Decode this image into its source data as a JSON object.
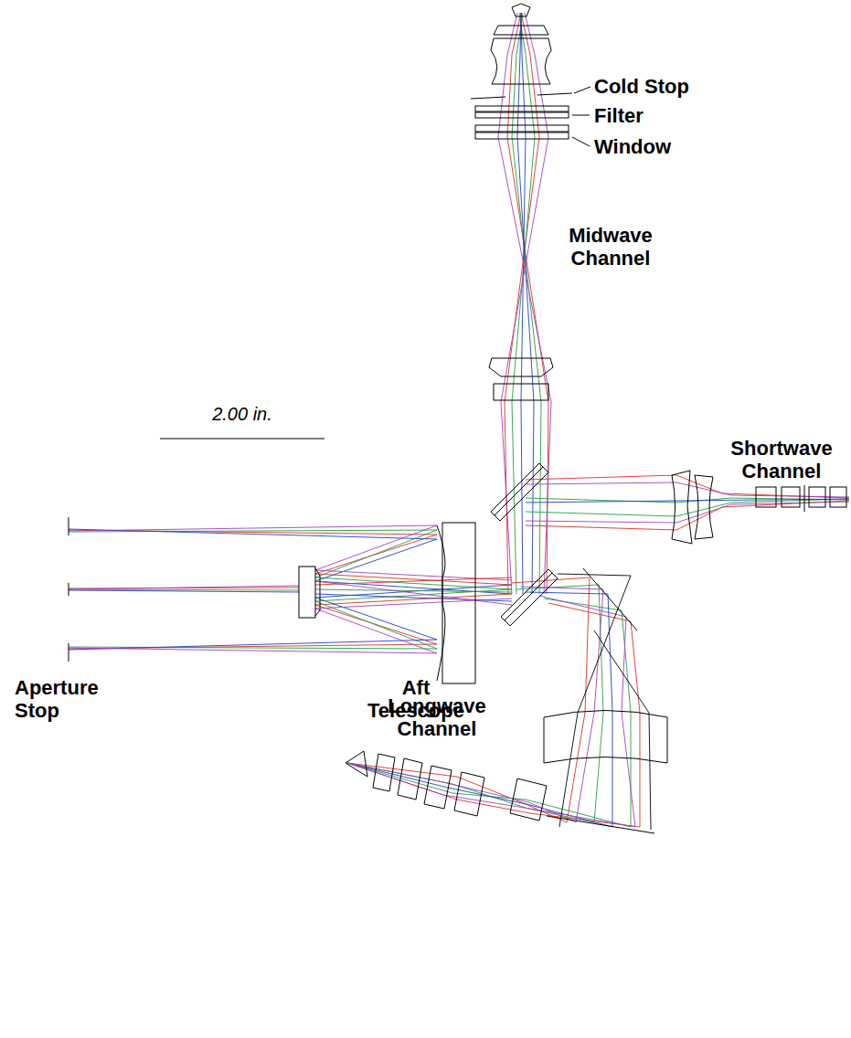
{
  "diagram": {
    "labels": [
      "Cold Stop",
      "Filter",
      "Window",
      "Midwave Channel",
      "2.00 in.",
      "Shortwave Channel",
      "Aperture Stop",
      "Aft Telescope",
      "Longwave Channel"
    ]
  }
}
